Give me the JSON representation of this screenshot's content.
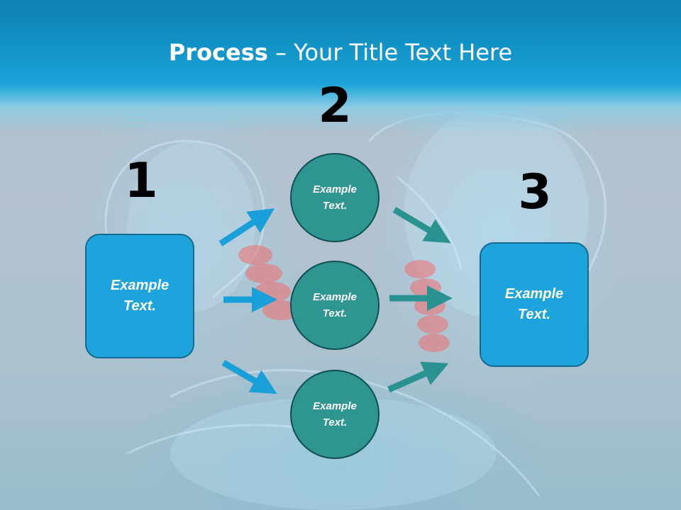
{
  "title": {
    "bold": "Process",
    "rest": " – Your Title Text Here"
  },
  "steps": {
    "one": {
      "number": "1",
      "text": "Example Text."
    },
    "two": {
      "number": "2"
    },
    "three": {
      "number": "3",
      "text": "Example Text."
    }
  },
  "circles": [
    {
      "text": "Example Text."
    },
    {
      "text": "Example Text."
    },
    {
      "text": "Example Text."
    }
  ],
  "colors": {
    "header": "#1aa3d7",
    "box_fill": "#1ea4dc",
    "circle_fill": "#2e9590",
    "left_arrows": "#1aa0d8",
    "right_arrows": "#2a9290"
  }
}
